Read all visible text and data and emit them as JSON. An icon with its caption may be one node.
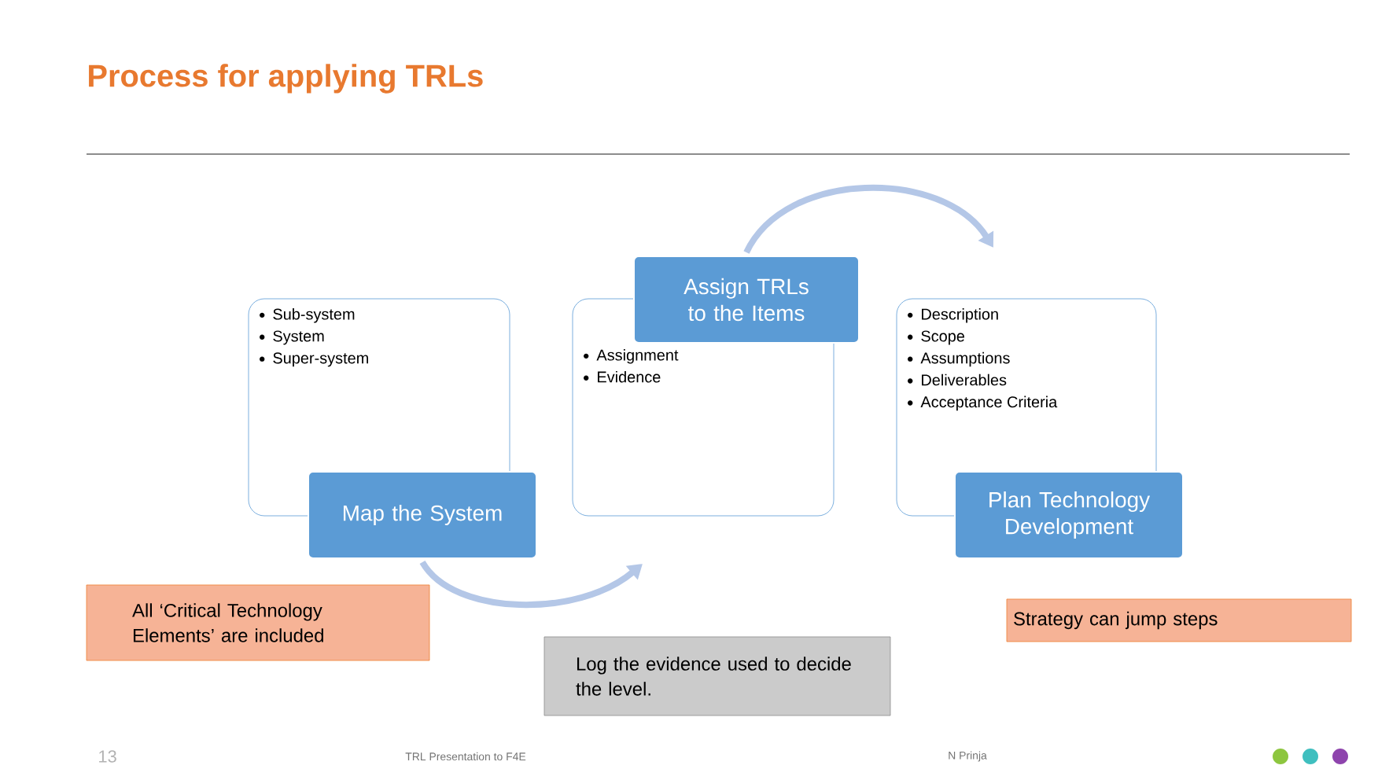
{
  "diagram": {
    "title": "Process for applying TRLs",
    "nodes": [
      {
        "text": [
          "Sub-system",
          "System",
          "Super-system"
        ]
      },
      {
        "text": [
          "Map the System"
        ]
      },
      {
        "text": [
          "Assignment",
          "Evidence"
        ]
      },
      {
        "text": [
          "Assign TRLs to the Items"
        ]
      },
      {
        "text": [
          "Description",
          "Scope",
          "Assumptions",
          "Deliverables",
          "Acceptance Criteria"
        ]
      },
      {
        "text": [
          "Plan Technology Development"
        ]
      },
      {
        "text": [
          "All ‘Critical Technology Elements’ are included"
        ]
      },
      {
        "text": [
          "Log the evidence used to decide the level."
        ]
      },
      {
        "text": [
          "Strategy can jump steps"
        ]
      }
    ],
    "edges": [
      {
        "from": 1,
        "to": 2,
        "arrow": "to"
      },
      {
        "from": 3,
        "to": 4,
        "arrow": "to"
      }
    ],
    "labels": [
      "13",
      "TRL Presentation to F4E",
      "N Prinja"
    ]
  }
}
